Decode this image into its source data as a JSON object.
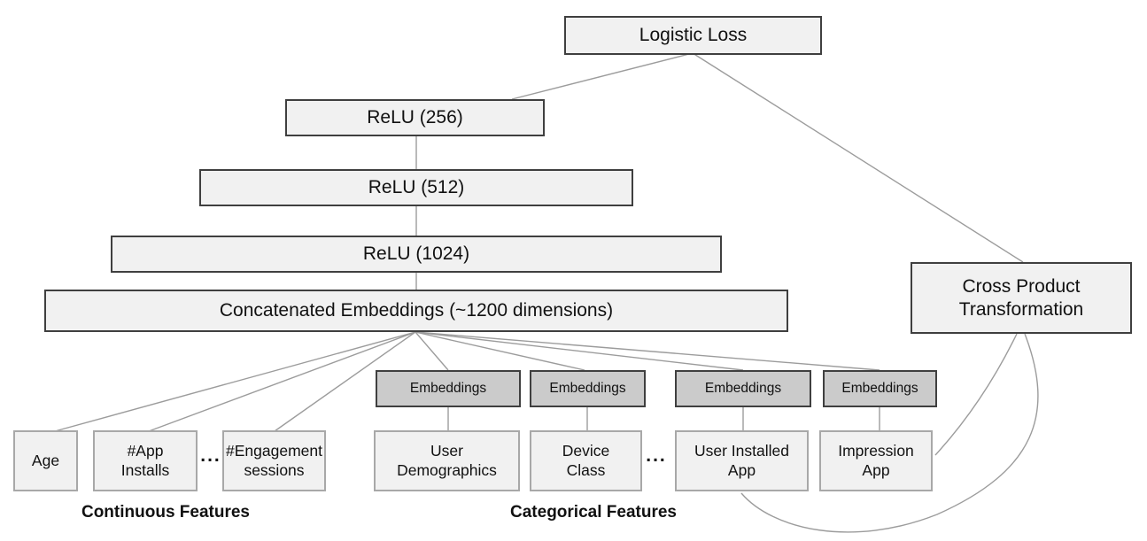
{
  "diagram": {
    "description": "Neural network architecture diagram (wide and deep model)",
    "nodes": {
      "logistic_loss": {
        "label": "Logistic Loss"
      },
      "relu_256": {
        "label": "ReLU (256)"
      },
      "relu_512": {
        "label": "ReLU (512)"
      },
      "relu_1024": {
        "label": "ReLU (1024)"
      },
      "concatenated_embeddings": {
        "label": "Concatenated Embeddings (~1200 dimensions)"
      },
      "cross_product": {
        "label": "Cross Product Transformation"
      },
      "embeddings_1": {
        "label": "Embeddings"
      },
      "embeddings_2": {
        "label": "Embeddings"
      },
      "embeddings_3": {
        "label": "Embeddings"
      },
      "embeddings_4": {
        "label": "Embeddings"
      },
      "age": {
        "label": "Age"
      },
      "app_installs": {
        "label": "#App Installs"
      },
      "engagement_sessions": {
        "label": "#Engagement sessions"
      },
      "user_demographics": {
        "label": "User Demographics"
      },
      "device_class": {
        "label": "Device Class"
      },
      "user_installed_app": {
        "label": "User Installed App"
      },
      "impression_app": {
        "label": "Impression App"
      }
    },
    "ellipsis_continuous": "...",
    "ellipsis_categorical": "...",
    "group_labels": {
      "continuous": "Continuous Features",
      "categorical": "Categorical Features"
    },
    "colors": {
      "box_fill": "#f1f1f1",
      "embedding_fill": "#cbcbcb",
      "dark_border": "#3f3f3f",
      "light_border": "#a8a8a8",
      "connector_line": "#9c9c9c",
      "text": "#111111",
      "background": "#ffffff"
    }
  }
}
